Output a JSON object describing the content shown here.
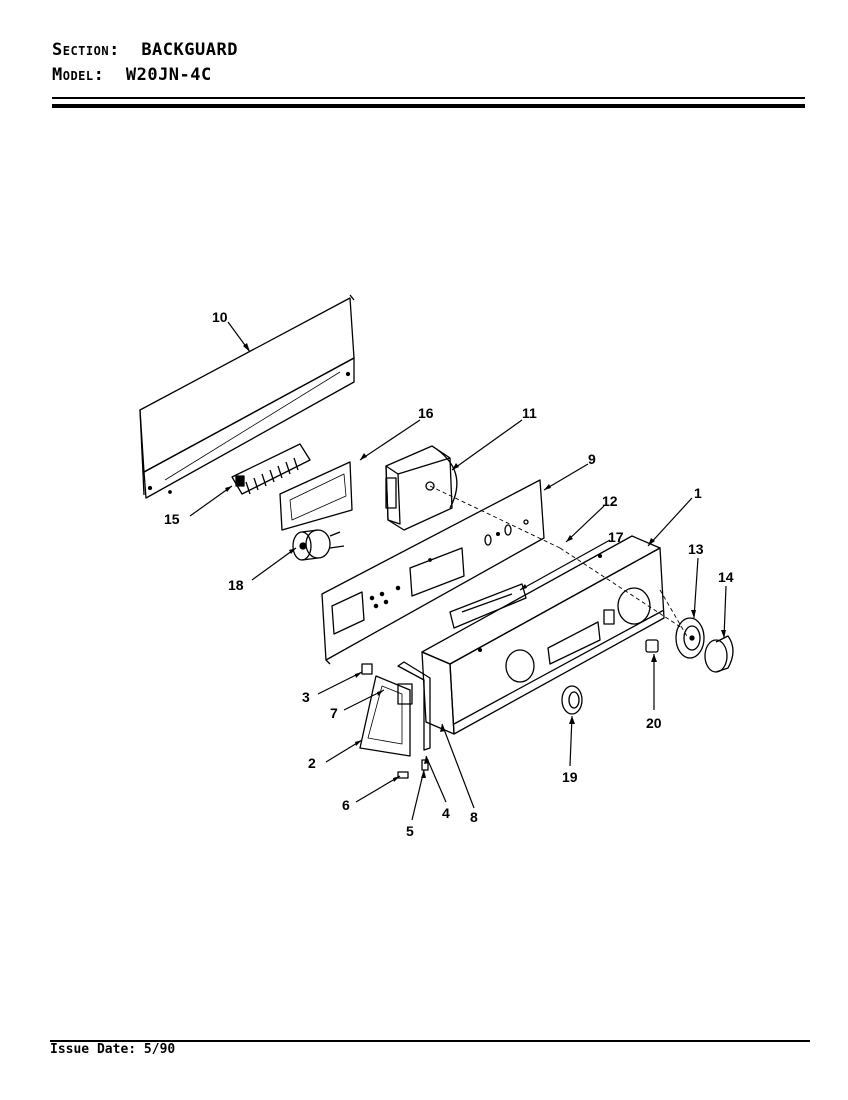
{
  "header": {
    "section_label": "Section:",
    "section_value": "BACKGUARD",
    "model_label": "Model:",
    "model_value": "W20JN-4C"
  },
  "footer": {
    "issue_text": "Issue Date: 5/90"
  },
  "callouts": [
    "10",
    "16",
    "11",
    "9",
    "15",
    "12",
    "1",
    "17",
    "13",
    "14",
    "18",
    "3",
    "7",
    "2",
    "20",
    "19",
    "6",
    "4",
    "8",
    "5"
  ]
}
